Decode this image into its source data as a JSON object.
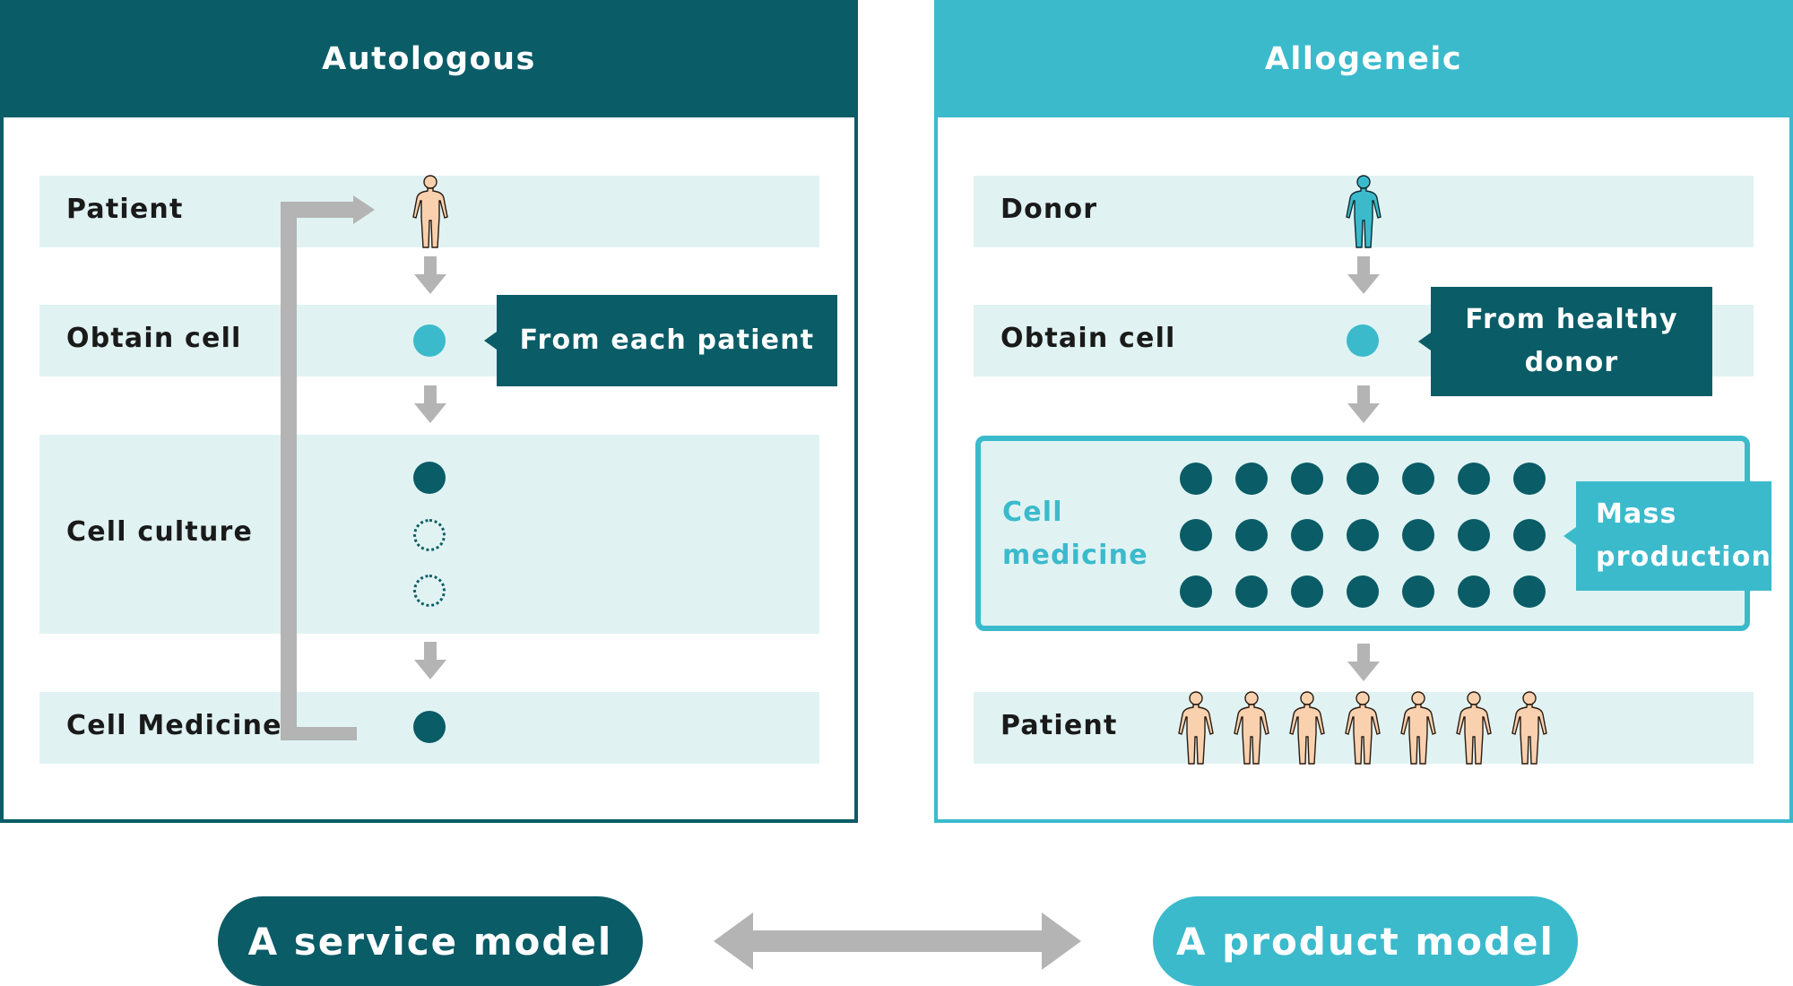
{
  "left_panel": {
    "title": "Autologous",
    "rows": [
      "Patient",
      "Obtain cell",
      "Cell culture",
      "Cell Medicine"
    ],
    "callout": "From each patient"
  },
  "right_panel": {
    "title": "Allogeneic",
    "rows": [
      "Donor",
      "Obtain cell",
      "Patient"
    ],
    "callout": "From healthy donor",
    "cell_medicine_label": "Cell\nmedicine",
    "mass_production": "Mass production"
  },
  "bottom": {
    "service_model": "A service model",
    "product_model": "A product model"
  },
  "colors": {
    "dark_teal": "#0a5c67",
    "light_teal": "#3bbacc",
    "band": "#e0f3f2",
    "arrow_gray": "#b4b4b4",
    "skin": "#f9d1ae"
  },
  "icons": [
    "person-icon",
    "down-arrow-icon",
    "double-arrow-icon"
  ]
}
